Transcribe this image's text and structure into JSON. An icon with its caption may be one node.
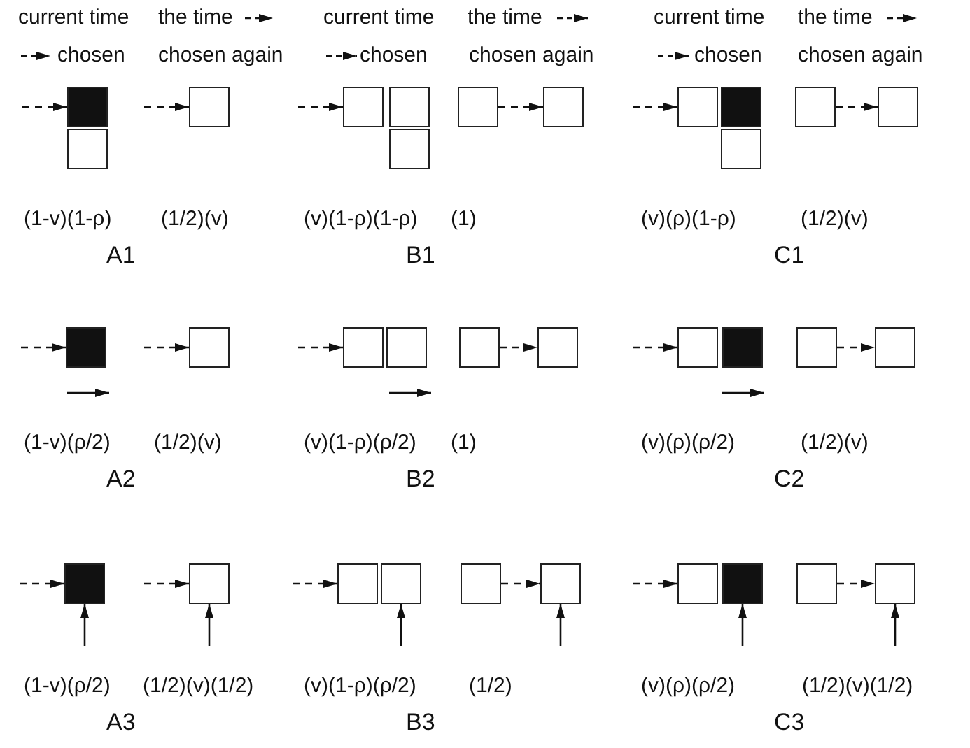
{
  "diagram": {
    "nodes": [
      {
        "text": [],
        "shape": "box"
      },
      {
        "text": [],
        "shape": "box"
      },
      {
        "text": [],
        "shape": "box"
      },
      {
        "text": [],
        "shape": "box"
      },
      {
        "text": [],
        "shape": "box"
      },
      {
        "text": [],
        "shape": "box"
      },
      {
        "text": [],
        "shape": "box"
      },
      {
        "text": [],
        "shape": "box"
      },
      {
        "text": [],
        "shape": "box"
      },
      {
        "text": [],
        "shape": "box"
      },
      {
        "text": [],
        "shape": "box"
      },
      {
        "text": [],
        "shape": "box"
      },
      {
        "text": [],
        "shape": "box"
      },
      {
        "text": [],
        "shape": "box"
      },
      {
        "text": [],
        "shape": "box"
      },
      {
        "text": [],
        "shape": "box"
      },
      {
        "text": [],
        "shape": "box"
      },
      {
        "text": [],
        "shape": "box"
      },
      {
        "text": [],
        "shape": "box"
      },
      {
        "text": [],
        "shape": "box"
      },
      {
        "text": [],
        "shape": "box"
      },
      {
        "text": [],
        "shape": "box"
      },
      {
        "text": [],
        "shape": "box"
      },
      {
        "text": [],
        "shape": "box"
      },
      {
        "text": [],
        "shape": "box"
      },
      {
        "text": [],
        "shape": "box"
      },
      {
        "text": [],
        "shape": "box"
      },
      {
        "text": [],
        "shape": "box"
      },
      {
        "text": [],
        "shape": "box"
      },
      {
        "text": [],
        "shape": "box"
      },
      {
        "text": [],
        "shape": "box"
      },
      {
        "text": [],
        "shape": "box"
      },
      {
        "text": [],
        "shape": "box"
      }
    ],
    "edges": [
      {
        "from": null,
        "to": 0,
        "arrow": "to",
        "style": "dashed"
      },
      {
        "from": null,
        "to": 2,
        "arrow": "to",
        "style": "dashed"
      },
      {
        "from": null,
        "to": 3,
        "arrow": "to",
        "style": "dashed"
      },
      {
        "from": 6,
        "to": 7,
        "arrow": "to",
        "style": "dashed"
      },
      {
        "from": null,
        "to": 8,
        "arrow": "to",
        "style": "dashed"
      },
      {
        "from": 11,
        "to": 12,
        "arrow": "to",
        "style": "dashed"
      },
      {
        "from": null,
        "to": 13,
        "arrow": "to",
        "style": "dashed"
      },
      {
        "from": null,
        "to": 14,
        "arrow": "to",
        "style": "dashed"
      },
      {
        "from": null,
        "to": 15,
        "arrow": "to",
        "style": "dashed"
      },
      {
        "from": 17,
        "to": 18,
        "arrow": "to",
        "style": "dashed"
      },
      {
        "from": null,
        "to": 19,
        "arrow": "to",
        "style": "dashed"
      },
      {
        "from": 21,
        "to": 22,
        "arrow": "to",
        "style": "dashed"
      },
      {
        "from": null,
        "to": 23,
        "arrow": "to",
        "style": "dashed"
      },
      {
        "from": null,
        "to": 23,
        "arrow": "to"
      },
      {
        "from": null,
        "to": 24,
        "arrow": "to",
        "style": "dashed"
      },
      {
        "from": null,
        "to": 24,
        "arrow": "to"
      },
      {
        "from": null,
        "to": 25,
        "arrow": "to",
        "style": "dashed"
      },
      {
        "from": null,
        "to": 26,
        "arrow": "to"
      },
      {
        "from": 27,
        "to": 28,
        "arrow": "to",
        "style": "dashed"
      },
      {
        "from": null,
        "to": 28,
        "arrow": "to"
      },
      {
        "from": null,
        "to": 29,
        "arrow": "to",
        "style": "dashed"
      },
      {
        "from": null,
        "to": 30,
        "arrow": "to"
      },
      {
        "from": 31,
        "to": 32,
        "arrow": "to",
        "style": "dashed"
      },
      {
        "from": null,
        "to": 32,
        "arrow": "to"
      }
    ],
    "labels": [
      "current time",
      "the time",
      "current time",
      "the time",
      "current time",
      "the time",
      "chosen",
      "chosen again",
      "chosen",
      "chosen again",
      "chosen",
      "chosen again",
      "(1-v)(1-ρ)",
      "(1/2)(v)",
      "(v)(1-ρ)(1-ρ)",
      "(1)",
      "(v)(ρ)(1-ρ)",
      "(1/2)(v)",
      "A1",
      "B1",
      "C1",
      "(1-v)(ρ/2)",
      "(1/2)(v)",
      "(v)(1-ρ)(ρ/2)",
      "(1)",
      "(v)(ρ)(ρ/2)",
      "(1/2)(v)",
      "A2",
      "B2",
      "C2",
      "(1-v)(ρ/2)",
      "(1/2)(v)(1/2)",
      "(v)(1-ρ)(ρ/2)",
      "(1/2)",
      "(v)(ρ)(ρ/2)",
      "(1/2)(v)(1/2)",
      "A3",
      "B3",
      "C3"
    ]
  }
}
